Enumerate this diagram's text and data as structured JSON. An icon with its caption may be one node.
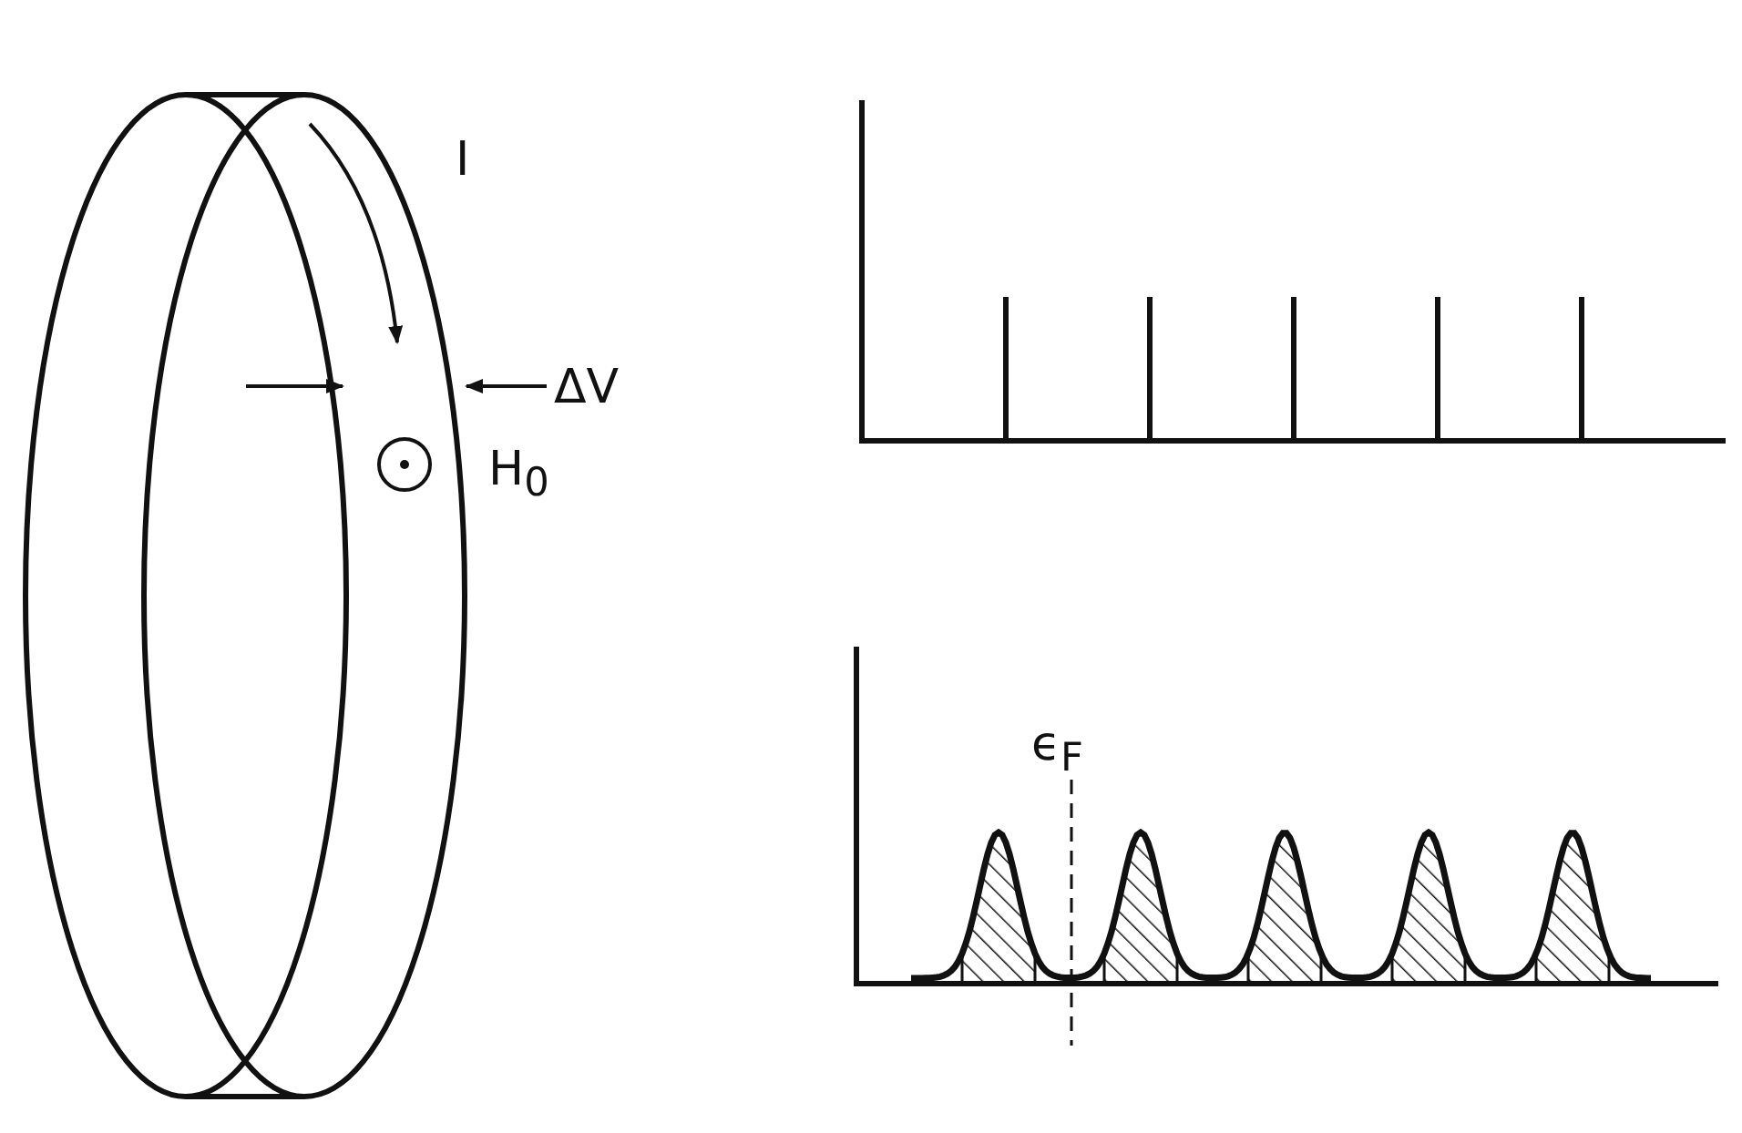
{
  "diagram": {
    "labels": [
      "I",
      "ΔV",
      "H$_{0}$",
      "ϵ$_{F}$"
    ]
  }
}
